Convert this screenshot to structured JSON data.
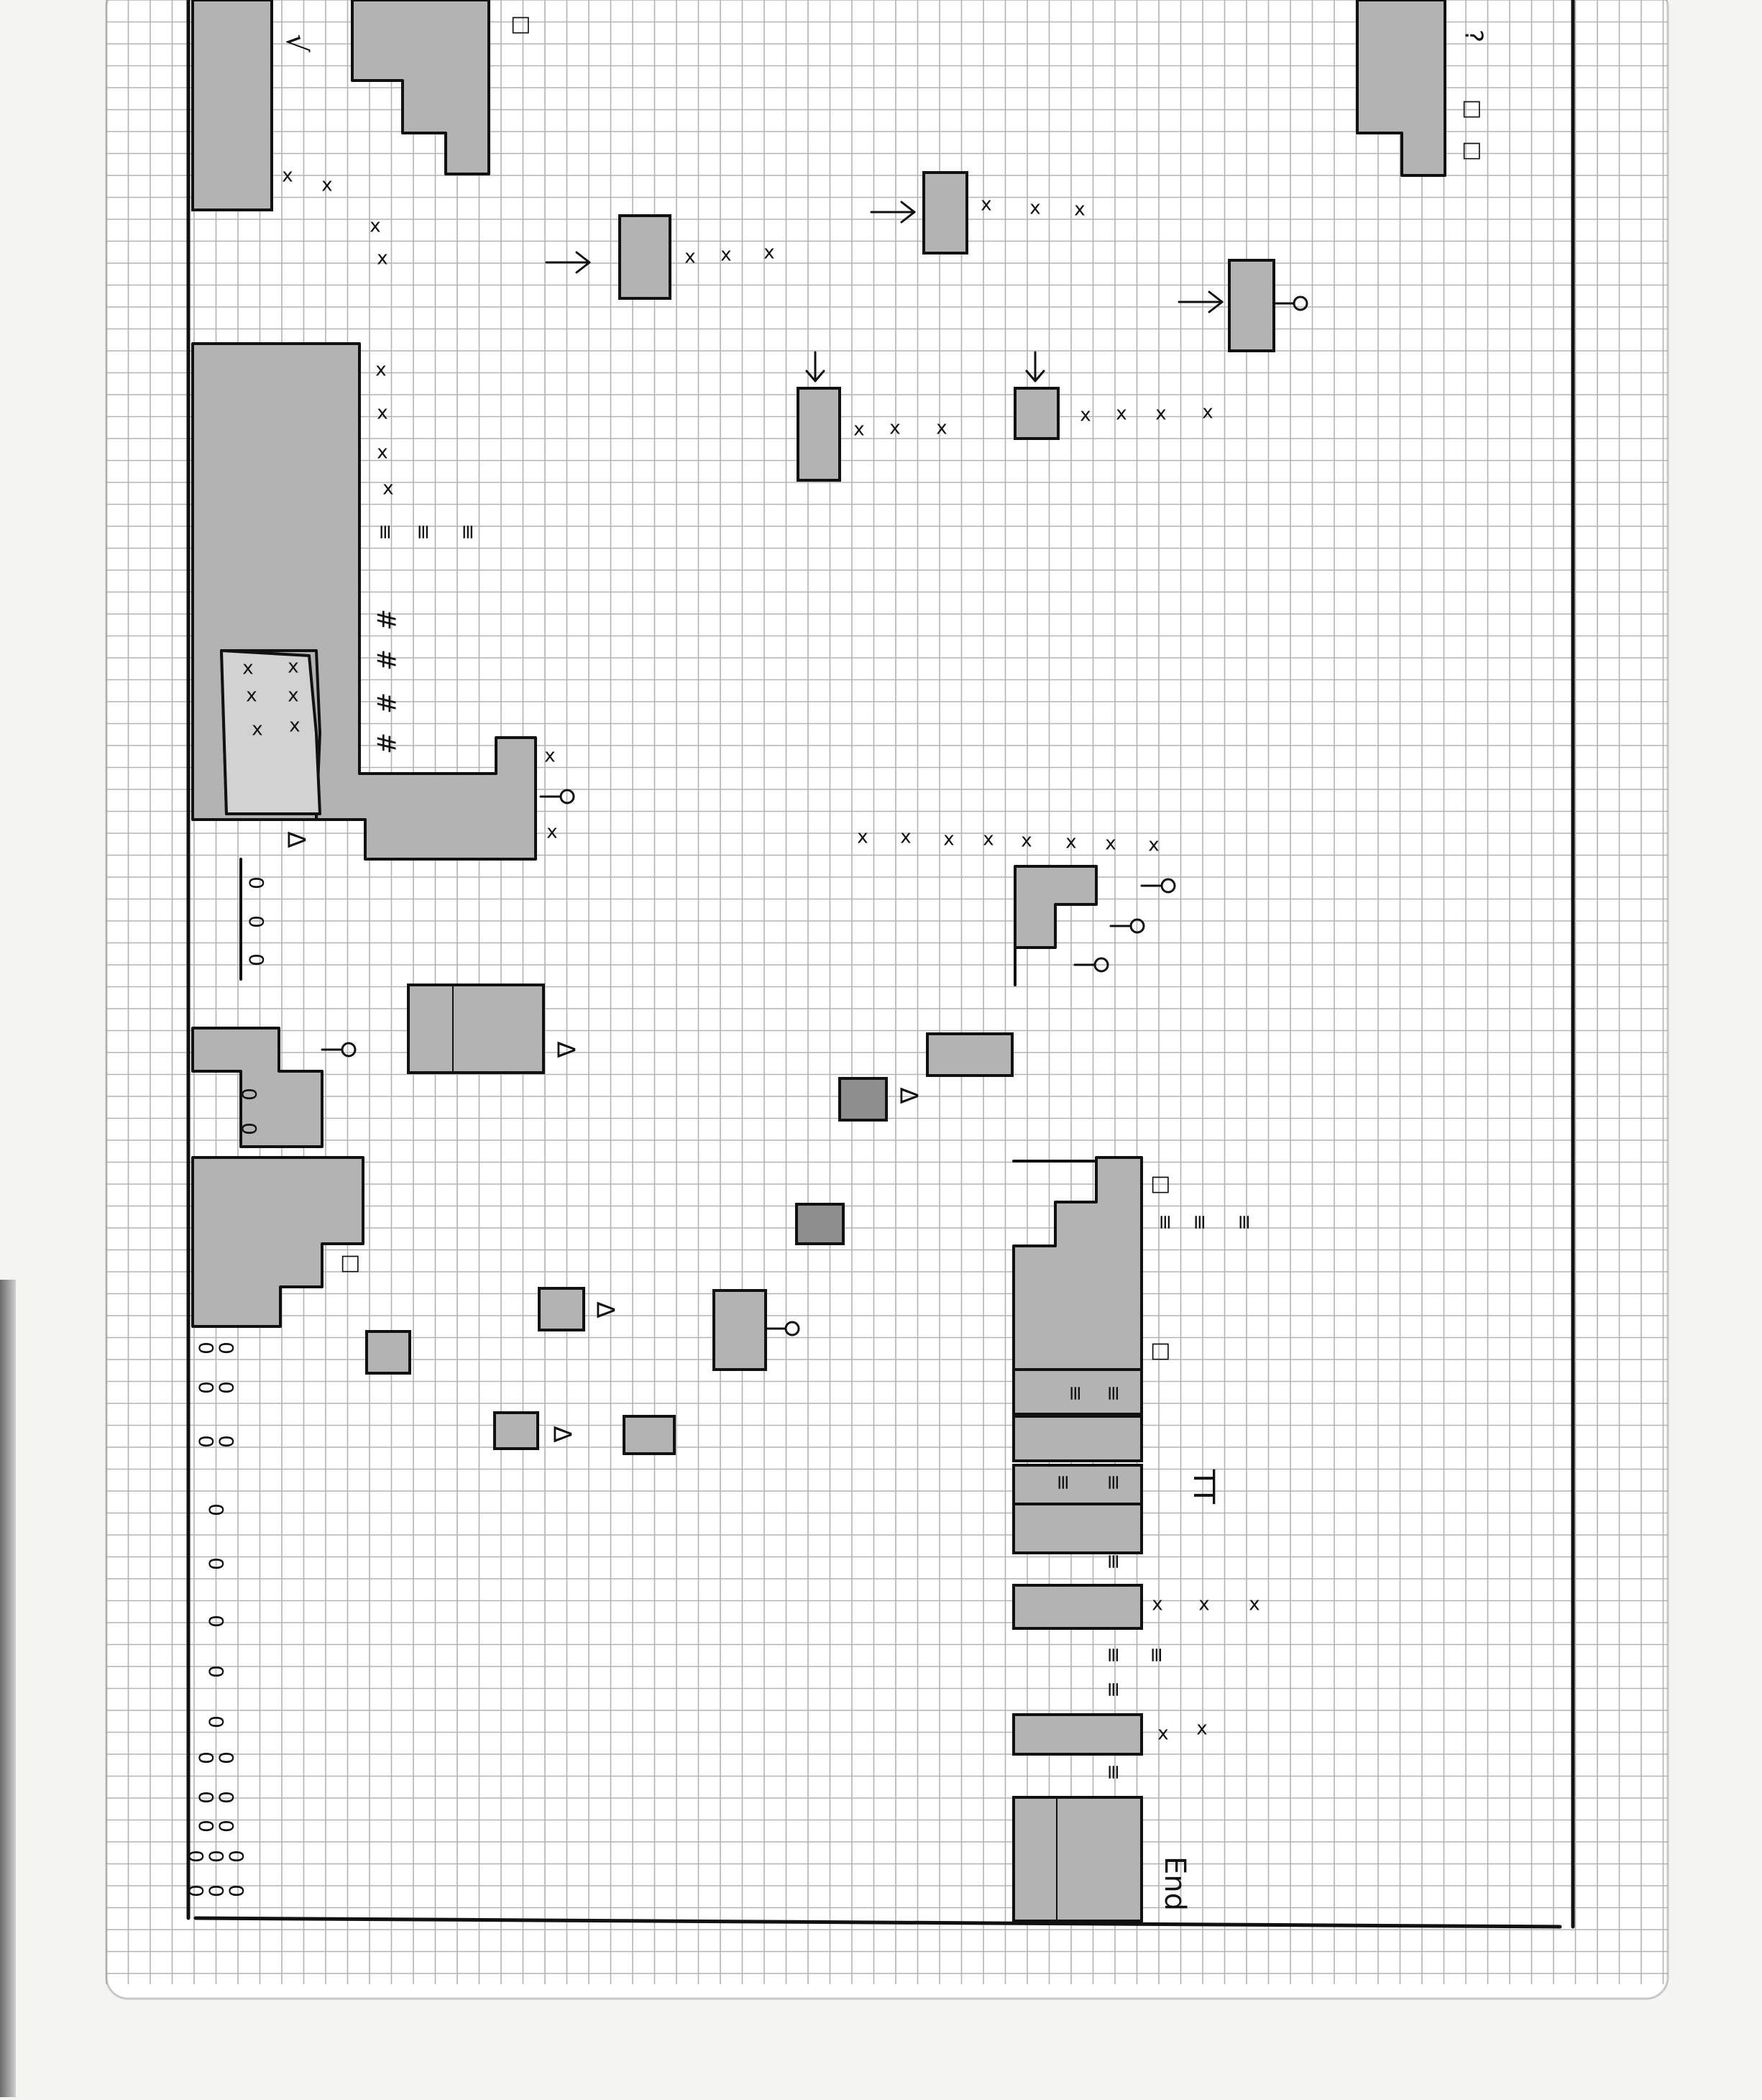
{
  "paper": {
    "background": "#ffffff",
    "grid_color": "#9a9a9a",
    "ink_color": "#111111",
    "fill_color": "#b3b3b3",
    "dark_fill_color": "#8e8e8e",
    "page_shadow": "#7c7c7c"
  },
  "symbols": {
    "square": "□",
    "triangle": "Δ",
    "pi": "TT",
    "question": "?",
    "check": "√",
    "hash": "#",
    "end": "End",
    "coin": "0",
    "star": "x",
    "bars": "≡"
  },
  "labels": {
    "end_marker": "End",
    "pi_marker": "TT",
    "question_marker": "?",
    "check_marker": "√"
  },
  "legend_icons": [
    "square-icon",
    "triangle-icon",
    "key-icon",
    "coin-icon",
    "star-icon",
    "arrow-icon",
    "hash-icon",
    "spring-icon"
  ]
}
